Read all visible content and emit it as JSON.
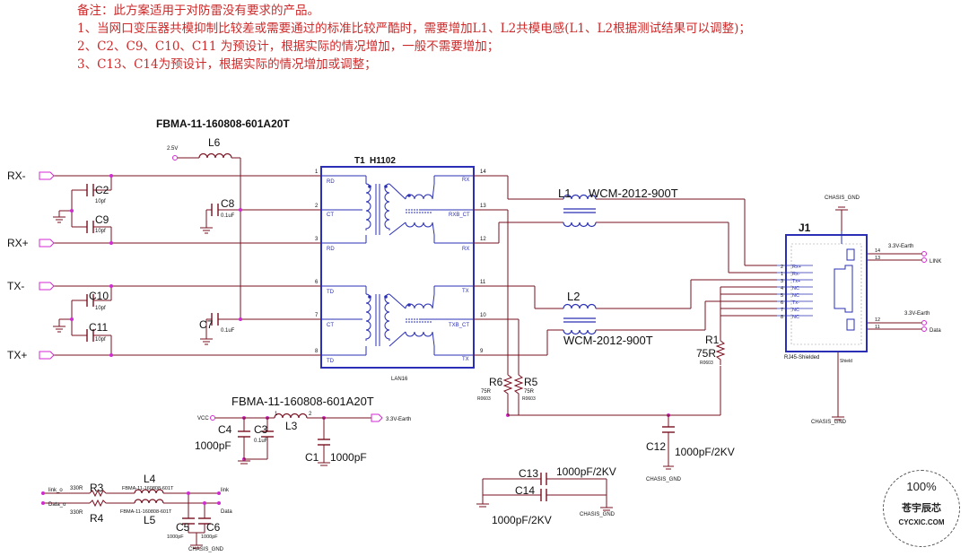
{
  "notes": {
    "title": "备注：此方案适用于对防雷没有要求的产品。",
    "n1": "1、当网口变压器共模抑制比较差或需要通过的标准比较严酷时，需要增加L1、L2共模电感(L1、L2根据测试结果可以调整)；",
    "n2": "2、C2、C9、C10、C11 为预设计，根据实际的情况增加，一般不需要增加；",
    "n3": "3、C13、C14为预设计，根据实际的情况增加或调整；"
  },
  "ports": {
    "rxm": "RX-",
    "rxp": "RX+",
    "txm": "TX-",
    "txp": "TX+"
  },
  "caps": {
    "c2": "C2",
    "c2v": "10pf",
    "c9": "C9",
    "c9v": "10pf",
    "c10": "C10",
    "c10v": "10pf",
    "c11": "C11",
    "c11v": "10pf",
    "c8": "C8",
    "c8v": "0.1uF",
    "c7": "C7",
    "c7v": "0.1uF",
    "c4": "C4",
    "c4v": "1000pF",
    "c3": "C3",
    "c3v": "0.1uF",
    "c1": "C1",
    "c1v": "1000pF",
    "c12": "C12",
    "c12v": "1000pF/2KV",
    "c13": "C13",
    "c13v": "1000pF/2KV",
    "c14": "C14",
    "c14v": "1000pF/2KV",
    "c5": "C5",
    "c5v": "1000pF",
    "c6": "C6",
    "c6v": "1000pF"
  },
  "parts": {
    "ferrite_top": "FBMA-11-160808-601A20T",
    "l6": "L6",
    "v25": "2.5V",
    "t1": "T1",
    "t1p": "H1102",
    "t1sub": "LAN16",
    "rd": "RD",
    "ct": "CT",
    "td": "TD",
    "rx": "RX",
    "rxbct": "RXB_CT",
    "tx": "TX",
    "txbct": "TXB_CT",
    "p1": "1",
    "p2": "2",
    "p3": "3",
    "p6": "6",
    "p7": "7",
    "p8": "8",
    "p14": "14",
    "p13": "13",
    "p12": "12",
    "p11": "11",
    "p10": "10",
    "p9": "9",
    "l1": "L1",
    "l1p": "WCM-2012-900T",
    "l2": "L2",
    "l2p": "WCM-2012-900T",
    "r1": "R1",
    "r1v": "75R",
    "r1pkg": "R0603",
    "r6": "R6",
    "r6v": "75R",
    "r6pkg": "R0603",
    "r5": "R5",
    "r5v": "75R",
    "r5pkg": "R0603",
    "ferrite_mid": "FBMA-11-160808-601A20T",
    "vcc": "VCC",
    "l3": "L3",
    "l3p1": "1",
    "l3p2": "2",
    "earth33": "3.3V-Earth",
    "j1": "J1",
    "j1p": "RJ45-Shielded",
    "shield": "Shield",
    "chasis_top": "CHASIS_GND",
    "chasis_bot": "CHASIS_GND",
    "chasis_c12": "CHASIS_GND",
    "chasis_c14": "CHASIS_GND",
    "chasis_led": "CHASIS_GND",
    "jrxp": "Rx+",
    "jrxm": "Rx-",
    "jtxp": "Tx+",
    "jnc1": "NC",
    "jnc2": "NC",
    "jtxm": "Tx-",
    "jnc3": "NC",
    "jnc4": "NC",
    "jp2": "2",
    "jp1": "1",
    "jp3": "3",
    "jp4": "4",
    "jp5": "5",
    "jp6": "6",
    "jp7": "7",
    "jp8": "8",
    "jp14": "14",
    "jp13": "13",
    "jp12": "12",
    "jp11": "11",
    "link_v": "3.3V-Earth",
    "link": "LINK",
    "data_v": "3.3V-Earth",
    "data": "Data",
    "r3": "R3",
    "r3v": "330R",
    "r4": "R4",
    "r4v": "330R",
    "l4": "L4",
    "l4p": "FBMA-11-160808-601T",
    "l5": "L5",
    "l5p": "FBMA-11-160808-601T",
    "link_o": "link_o",
    "data_o": "Data_o",
    "link_r": "link",
    "data_r": "Data"
  },
  "stamp": {
    "pct": "100%",
    "cn": "苍宇辰芯",
    "url": "CYCXIC.COM"
  },
  "colors": {
    "wire": "#7a1020",
    "box": "#2a2fb5",
    "note": "#cc2a2a",
    "pin": "#d02ad0"
  }
}
